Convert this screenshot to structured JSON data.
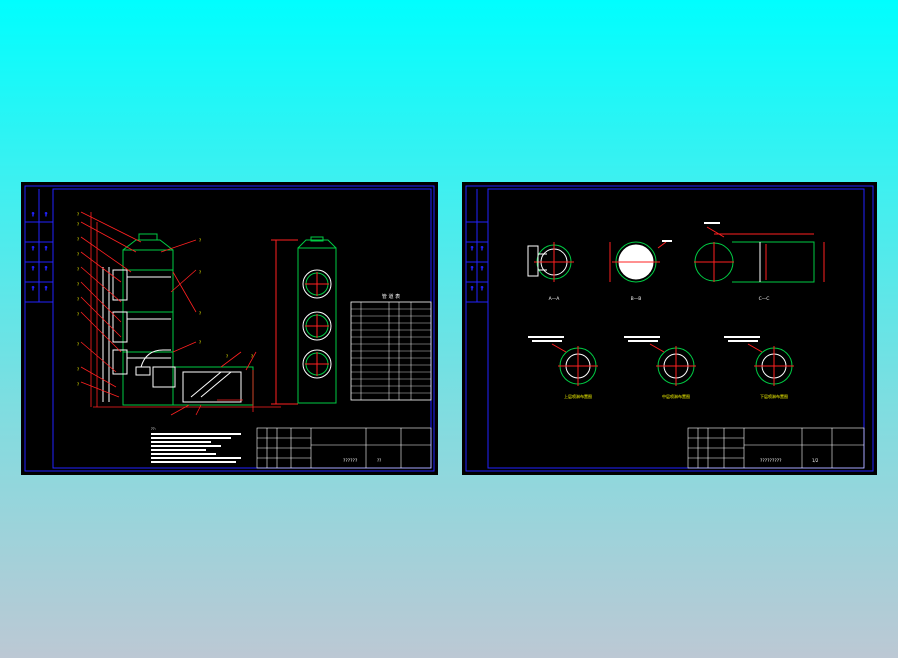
{
  "sheets": [
    {
      "title_block": {
        "drawing_title": "??????",
        "scale_text": "??"
      },
      "sections": {
        "bom_title": "管 道 表"
      }
    },
    {
      "title_block": {
        "drawing_title": "?????????",
        "sheet_no": "1/2"
      },
      "sections": {
        "sec_a": "A—A",
        "sec_b": "B—B",
        "sec_c": "C—C",
        "upper_layer": "上层喷淋布置图",
        "middle_layer": "中层喷淋布置图",
        "lower_layer": "下层喷淋布置图"
      }
    }
  ],
  "colors": {
    "frame": "#2222ff",
    "outline": "#ffffff",
    "dimension": "#ff2020",
    "equipment": "#00cc44",
    "annotation": "#ffff00",
    "background": "#000000"
  }
}
